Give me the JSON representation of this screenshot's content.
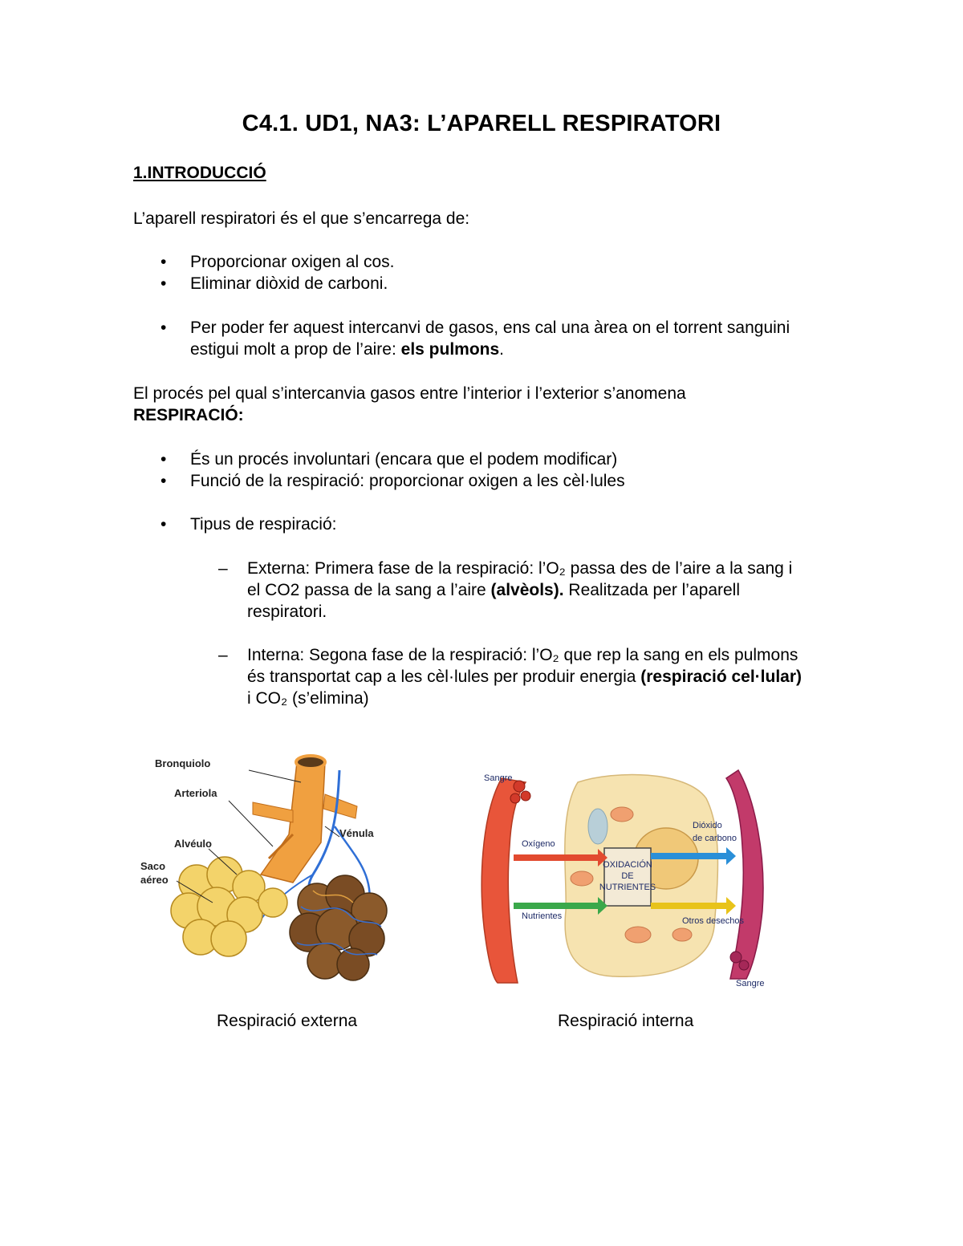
{
  "title": "C4.1. UD1, NA3: L’APARELL RESPIRATORI",
  "section_heading": "1.INTRODUCCIÓ",
  "intro": "L’aparell respiratori és el que s’encarrega de:",
  "bullet_symbol": "•",
  "dash_symbol": "–",
  "bullets1": [
    "Proporcionar oxigen al cos.",
    "Eliminar diòxid de carboni."
  ],
  "bullet3": {
    "text": "Per poder fer aquest intercanvi de gasos, ens cal una àrea on el torrent sanguini estigui molt a prop de l’aire: ",
    "bold": "els pulmons",
    "end": "."
  },
  "process": {
    "text": "El procés pel qual s’intercanvia gasos entre l’interior i l’exterior s’anomena",
    "bold": "RESPIRACIÓ:"
  },
  "bullets2": [
    "És un procés involuntari (encara que el podem modificar)",
    "Funció de la respiració: proporcionar oxigen a les cèl·lules"
  ],
  "bullet_tipus": "Tipus de respiració:",
  "externa": {
    "part1": "Externa: Primera fase de la respiració: l’O₂ passa des de l’aire a la sang i el CO2 passa de la sang a l’aire ",
    "bold": "(alvèols).",
    "part2": " Realitzada per l’aparell respiratori."
  },
  "interna": {
    "part1": "Interna:  Segona fase de la respiració: l’O₂ que rep la sang en els pulmons és transportat cap a les cèl·lules per produir energia ",
    "bold": "(respiració cel·lular)",
    "part2": " i CO₂ (s’elimina)"
  },
  "figure_left": {
    "labels": [
      "Bronquiolo",
      "Arteriola",
      "Alvéulo",
      "Saco",
      "aéreo",
      "Vénula"
    ],
    "colors": {
      "alveoli": "#f3d36a",
      "venous": "#8b5a2b",
      "bronchiole": "#f0a040",
      "vein": "#2f6fd6"
    }
  },
  "figure_right": {
    "labels": [
      "Sangre",
      "Oxígeno",
      "Nutrientes",
      "Dióxido",
      "de carbono",
      "Otros desechos",
      "Sangre",
      "OXIDACIÓN",
      "DE",
      "NUTRIENTES"
    ],
    "colors": {
      "artery": "#e8553a",
      "vein": "#c23a6a",
      "cell": "#f6e3b0",
      "o2_arrow": "#e24a2f",
      "nutrient_arrow": "#3aa84a",
      "co2_arrow": "#2a8fd8",
      "waste_arrow": "#e8c31a"
    }
  },
  "captions": [
    "Respiració externa",
    "Respiració interna"
  ]
}
